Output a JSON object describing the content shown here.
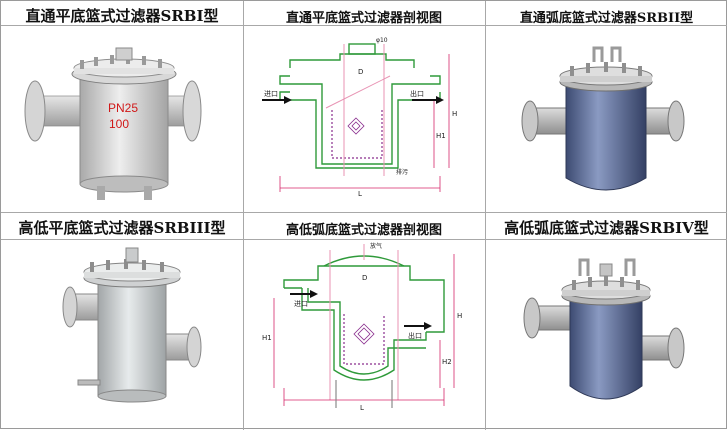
{
  "captions": {
    "c1": "直通平底篮式过滤器SRBI型",
    "c2": "直通平底篮式过滤器剖视图",
    "c3": "直通弧底篮式过滤器SRBII型",
    "c4": "高低平底篮式过滤器SRBIII型",
    "c5": "高低弧底篮式过滤器剖视图",
    "c6": "高低弧底篮式过滤器SRBIV型"
  },
  "photo1": {
    "line1": "PN25",
    "line2": "100"
  },
  "diagram1": {
    "inlet": "进口",
    "outlet": "出口",
    "label_D": "D",
    "label_L": "L",
    "label_H": "H",
    "label_H1": "H1",
    "label_top": "φ10",
    "label_drain": "排污"
  },
  "diagram2": {
    "inlet": "进口",
    "outlet": "出口",
    "label_D": "D",
    "label_L": "L",
    "label_H": "H",
    "label_H1": "H1",
    "label_H2": "H2",
    "label_top": "放气"
  },
  "colors": {
    "grey_body": "#c9c9c9",
    "blue_body": "#5e6e96",
    "diagram_green": "#2f9a3a",
    "diagram_red": "#d6286a",
    "diagram_pink": "#e893b3",
    "diagram_purple": "#8a2e8e"
  }
}
